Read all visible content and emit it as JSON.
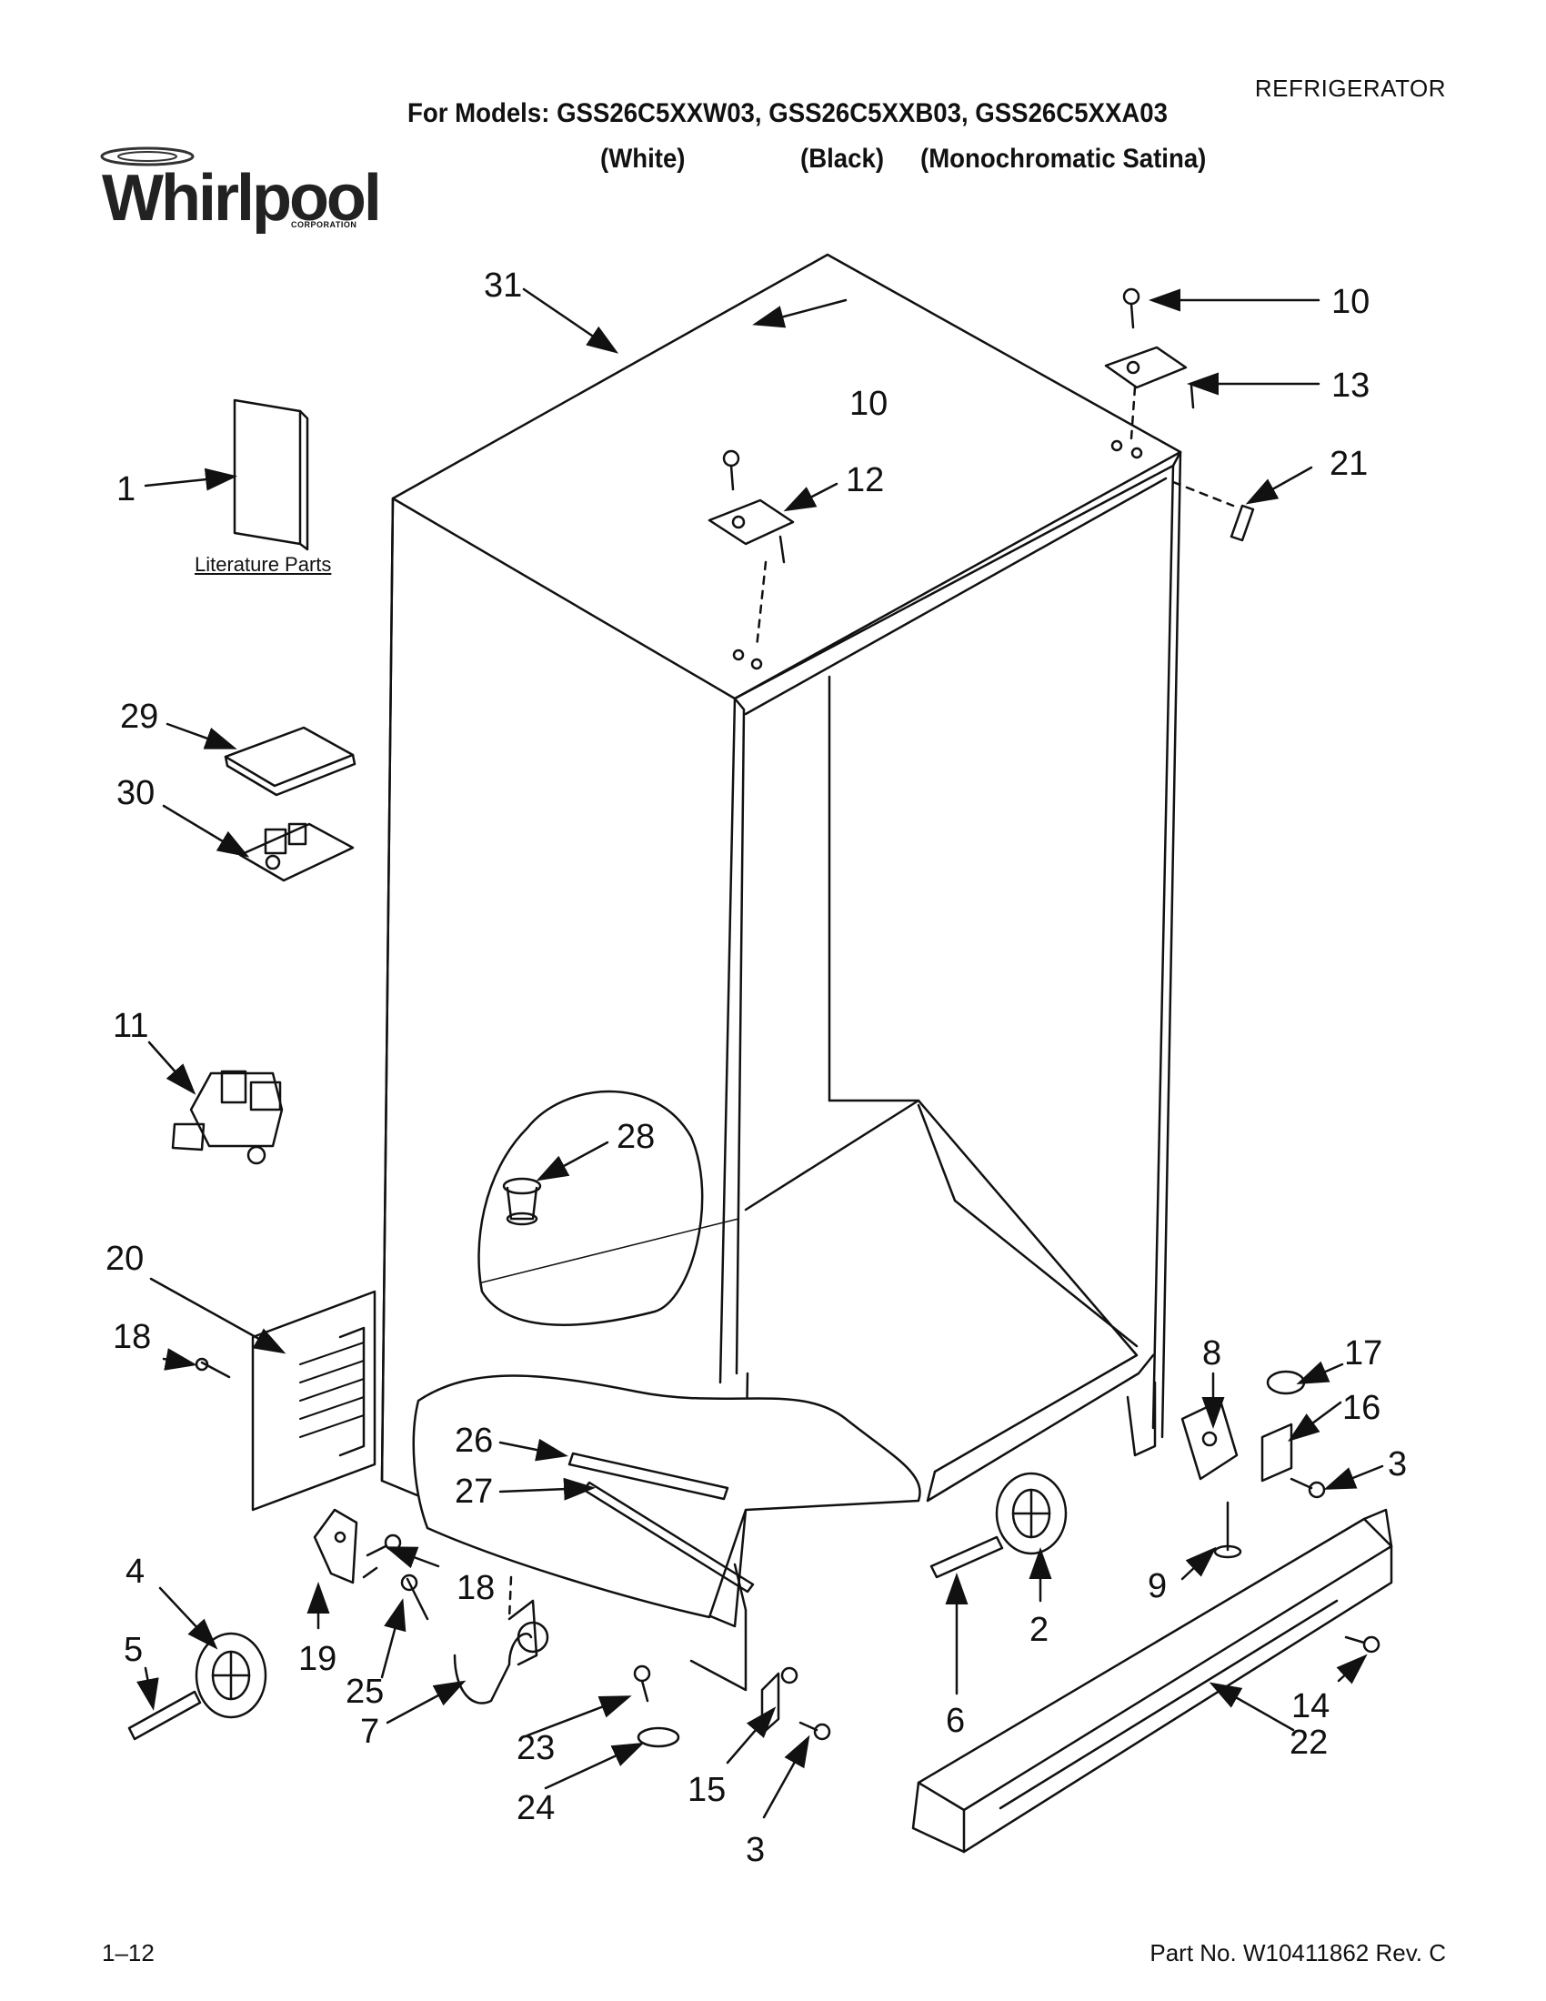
{
  "header": {
    "category": "REFRIGERATOR",
    "models_line": "For Models: GSS26C5XXW03, GSS26C5XXB03, GSS26C5XXA03",
    "variants": [
      "(White)",
      "(Black)",
      "(Monochromatic Satina)"
    ]
  },
  "logo": {
    "word": "Whirlpool",
    "corp": "CORPORATION"
  },
  "literature_label": "Literature Parts",
  "callouts": {
    "c1": "1",
    "c2": "2",
    "c3a": "3",
    "c3b": "3",
    "c4": "4",
    "c5": "5",
    "c6": "6",
    "c7": "7",
    "c8": "8",
    "c9": "9",
    "c10a": "10",
    "c10b": "10",
    "c11": "11",
    "c12": "12",
    "c13": "13",
    "c14": "14",
    "c15": "15",
    "c16": "16",
    "c17": "17",
    "c18a": "18",
    "c18b": "18",
    "c19": "19",
    "c20": "20",
    "c21": "21",
    "c22": "22",
    "c23": "23",
    "c24": "24",
    "c25": "25",
    "c26": "26",
    "c27": "27",
    "c28": "28",
    "c29": "29",
    "c30": "30",
    "c31": "31"
  },
  "footer": {
    "page": "1–12",
    "part_no": "Part No. W10411862 Rev. C"
  }
}
